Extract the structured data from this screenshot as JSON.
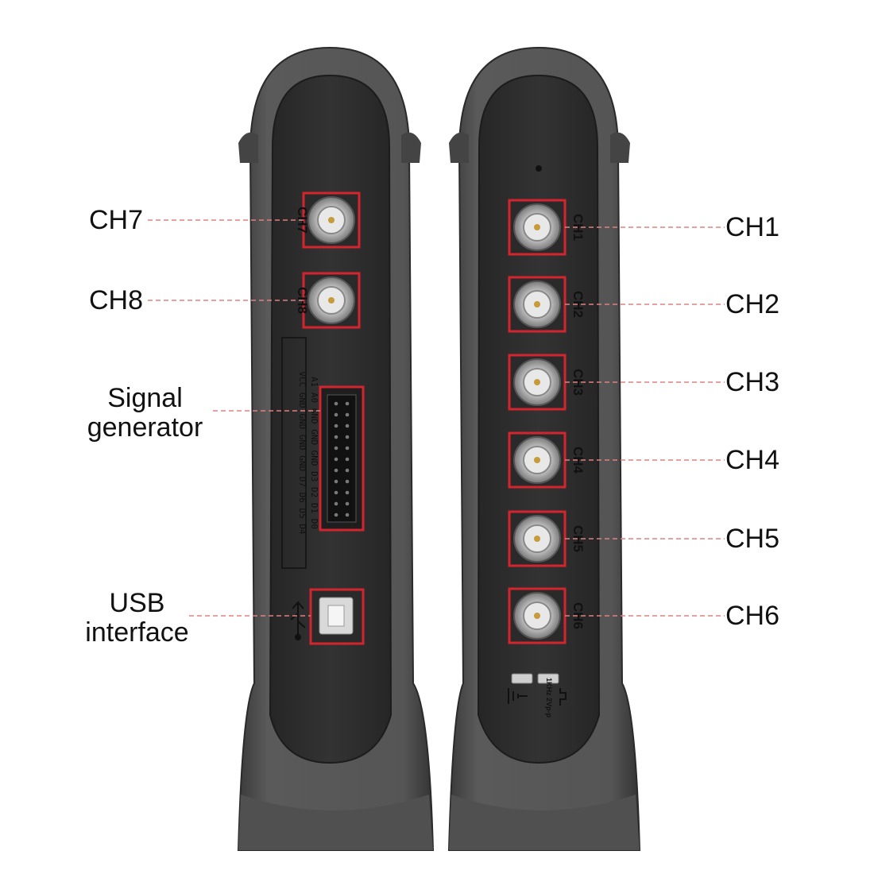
{
  "device_left": {
    "name": "left-device-panel",
    "bnc_markings": [
      "CH7",
      "CH8"
    ],
    "header_pin_row_1": "VCC GND GND GND GND D7 D6 D5 D4",
    "header_pin_row_2": "A1 A0 GND GND GND D3 D2 D1 D0"
  },
  "device_right": {
    "name": "right-device-panel",
    "bnc_markings": [
      "CH1",
      "CH2",
      "CH3",
      "CH4",
      "CH5",
      "CH6"
    ],
    "calibration_marking": "1KHz 2Vp-p"
  },
  "callouts": {
    "left": [
      {
        "id": "ch7",
        "text": "CH7"
      },
      {
        "id": "ch8",
        "text": "CH8"
      },
      {
        "id": "signal-generator",
        "line1": "Signal",
        "line2": "generator"
      },
      {
        "id": "usb-interface",
        "line1": "USB",
        "line2": "interface"
      }
    ],
    "right": [
      {
        "id": "ch1",
        "text": "CH1"
      },
      {
        "id": "ch2",
        "text": "CH2"
      },
      {
        "id": "ch3",
        "text": "CH3"
      },
      {
        "id": "ch4",
        "text": "CH4"
      },
      {
        "id": "ch5",
        "text": "CH5"
      },
      {
        "id": "ch6",
        "text": "CH6"
      }
    ]
  },
  "colors": {
    "body": "#4a4a4a",
    "face": "#2e2e2e",
    "highlight_box": "#d4242e",
    "leader_line": "#e08080",
    "connector_metal": "#c9c9c9"
  }
}
